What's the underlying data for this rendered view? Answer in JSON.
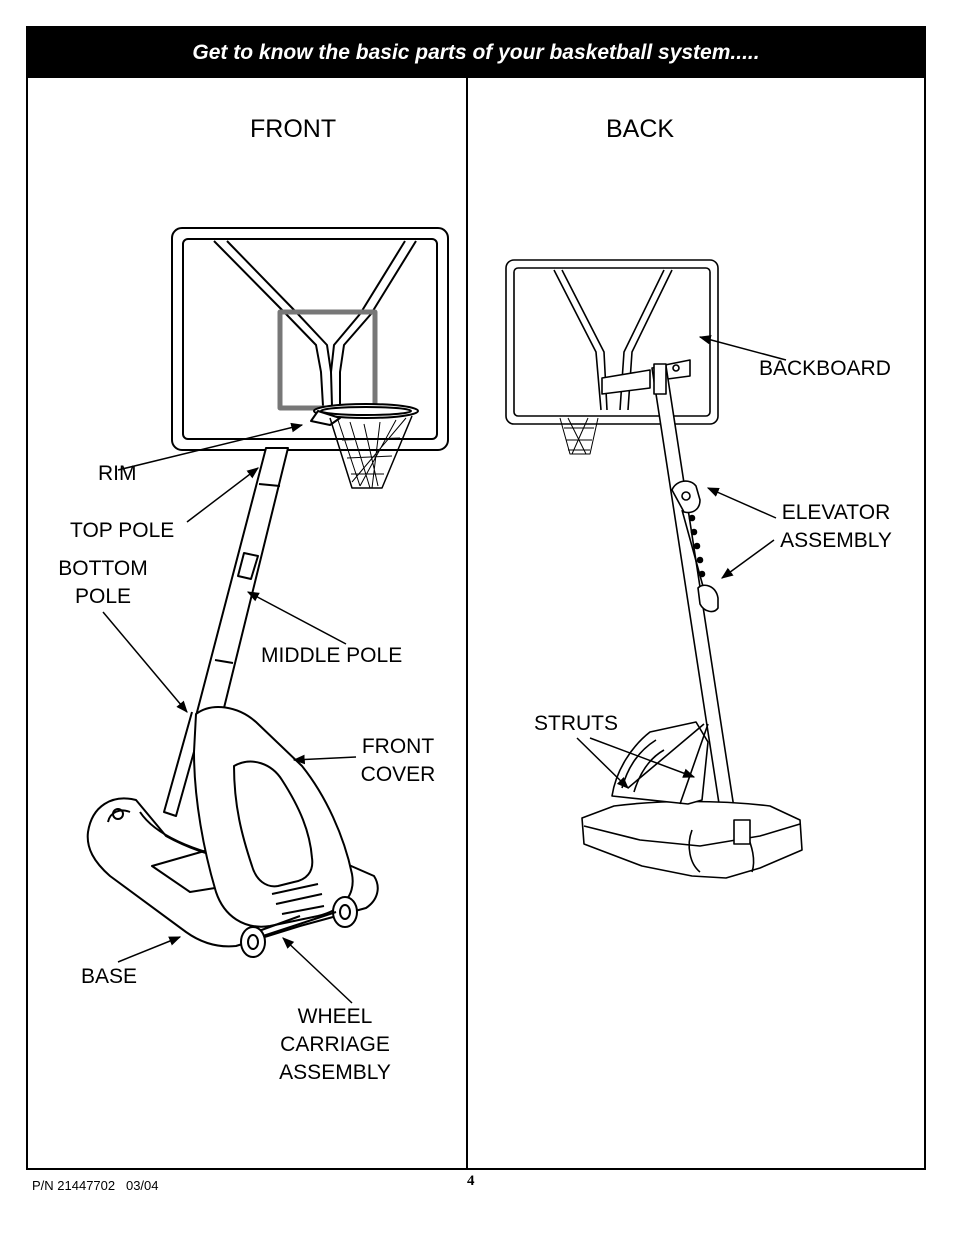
{
  "header": {
    "title": "Get to know the basic parts of your basketball system....."
  },
  "front": {
    "heading": "FRONT",
    "labels": {
      "rim": "RIM",
      "top_pole": "TOP POLE",
      "bottom_pole": "BOTTOM POLE",
      "middle_pole": "MIDDLE POLE",
      "front_cover": "FRONT COVER",
      "base": "BASE",
      "wheel_carriage": "WHEEL CARRIAGE ASSEMBLY"
    }
  },
  "back": {
    "heading": "BACK",
    "labels": {
      "backboard": "BACKBOARD",
      "elevator": "ELEVATOR ASSEMBLY",
      "struts": "STRUTS"
    }
  },
  "footer": {
    "part_number": "P/N 21447702   03/04",
    "page": "4"
  }
}
